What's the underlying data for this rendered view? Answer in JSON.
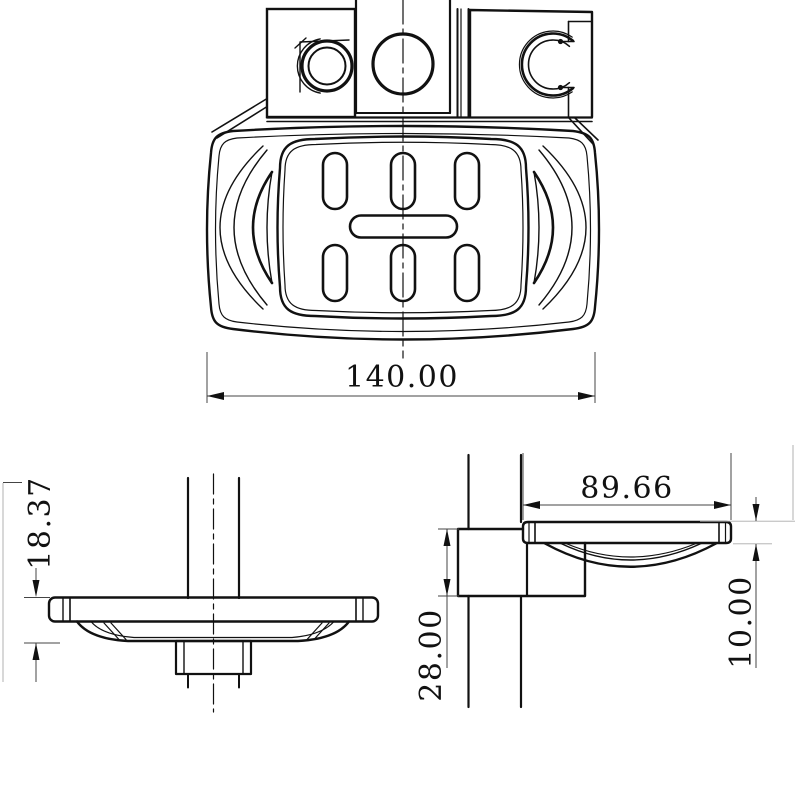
{
  "drawing": {
    "background": "#ffffff",
    "line_color": "#111111",
    "type": "technical-orthographic-drawing",
    "part": "shower rail soap dish holder",
    "views": {
      "top": {
        "name": "top-view"
      },
      "front": {
        "name": "front-view"
      },
      "side": {
        "name": "side-view"
      }
    },
    "dimensions": {
      "overall_width": "140.00",
      "dish_height": "18.37",
      "dish_depth": "89.66",
      "clamp_height": "28.00",
      "plate_thickness": "10.00"
    }
  }
}
